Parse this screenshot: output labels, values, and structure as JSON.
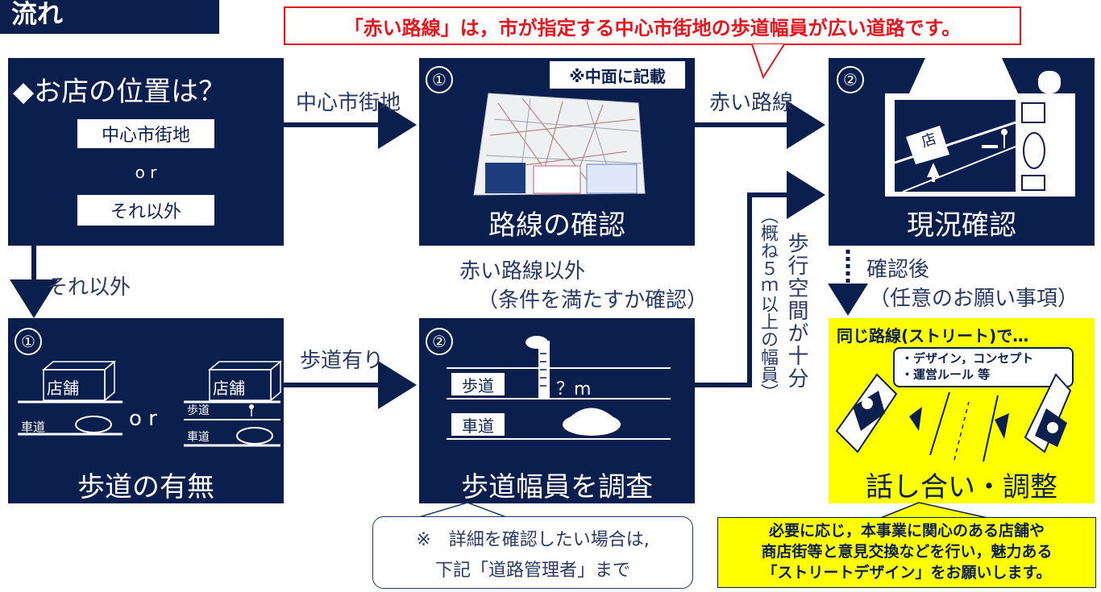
{
  "top_label": "流れ",
  "callout_top": "「赤い路線」は，市が指定する中心市街地の歩道幅員が広い道路です。",
  "box_location": {
    "title": "◆お店の位置は？",
    "option1": "中心市街地",
    "or": "o r",
    "option2": "それ以外"
  },
  "arrow_labels": {
    "central": "中心市街地",
    "red_route": "赤い路線",
    "other": "それ以外",
    "sidewalk_yes": "歩道有り",
    "not_red": "赤い路線以外",
    "check_conditions": "（条件を満たすか確認）",
    "walk_space": "歩行空間が十分",
    "approx": "（概ね５ｍ以上の幅員）",
    "after_check": "確認後",
    "optional": "（任意のお願い事項）"
  },
  "box_route": {
    "num": "①",
    "note": "※中面に記載",
    "title": "路線の確認"
  },
  "box_site": {
    "num": "②",
    "shop": "店",
    "title": "現況確認"
  },
  "box_sidewalk": {
    "num": "①",
    "shop": "店舗",
    "road": "車道",
    "walk": "歩道",
    "or": "o r",
    "title": "歩道の有無"
  },
  "box_width": {
    "num": "②",
    "walk": "歩道",
    "road": "車道",
    "measure": "？m",
    "title": "歩道幅員を調査"
  },
  "box_talk": {
    "header": "同じ路線(ストリート)で…",
    "bubble1": "・デザイン，コンセプト",
    "bubble2": "・運営ルール 等",
    "title": "話し合い・調整"
  },
  "note_detail": {
    "line1": "※　詳細を確認したい場合は,",
    "line2": "下記「道路管理者」まで"
  },
  "note_yellow": {
    "line1": "必要に応じ，本事業に関心のある店舗や",
    "line2": "商店街等と意見交換などを行い，魅力ある",
    "line3": "「ストリートデザイン」をお願いします。"
  },
  "colors": {
    "navy": "#0b1f4e",
    "red": "#e8141c",
    "yellow": "#ffff00"
  }
}
